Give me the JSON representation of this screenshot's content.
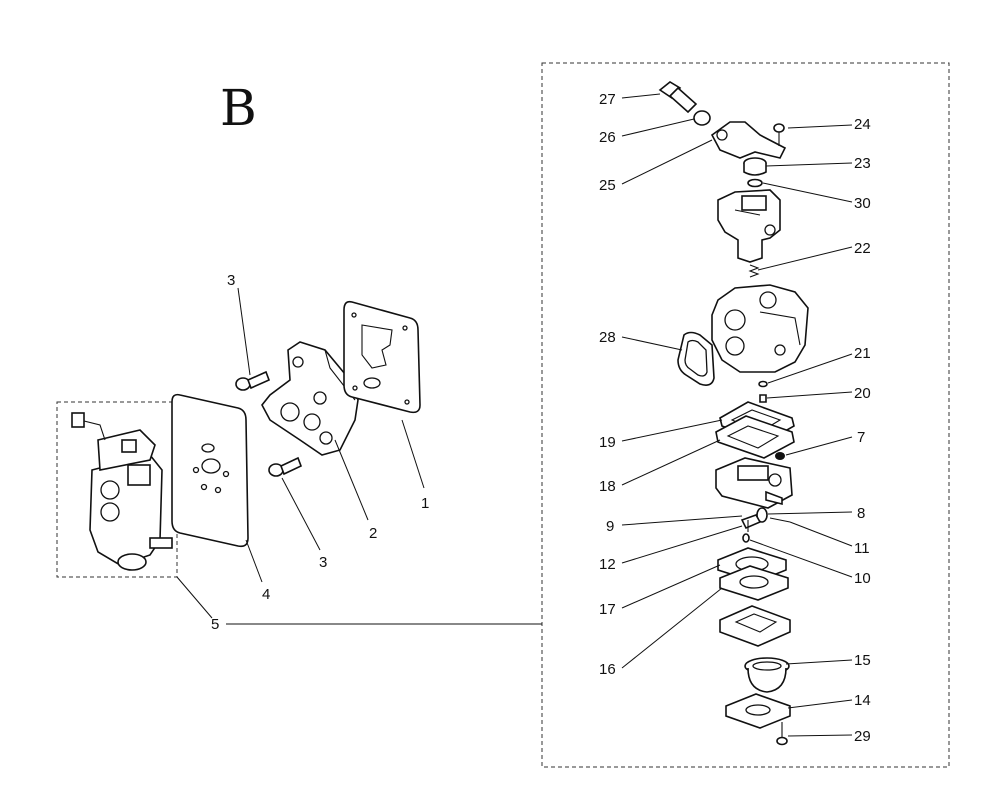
{
  "diagram": {
    "section_letter": "B",
    "callouts": [
      "1",
      "2",
      "3",
      "3",
      "4",
      "5",
      "7",
      "8",
      "9",
      "10",
      "11",
      "12",
      "14",
      "15",
      "16",
      "17",
      "18",
      "19",
      "20",
      "21",
      "22",
      "23",
      "24",
      "25",
      "26",
      "27",
      "28",
      "29",
      "30"
    ]
  }
}
